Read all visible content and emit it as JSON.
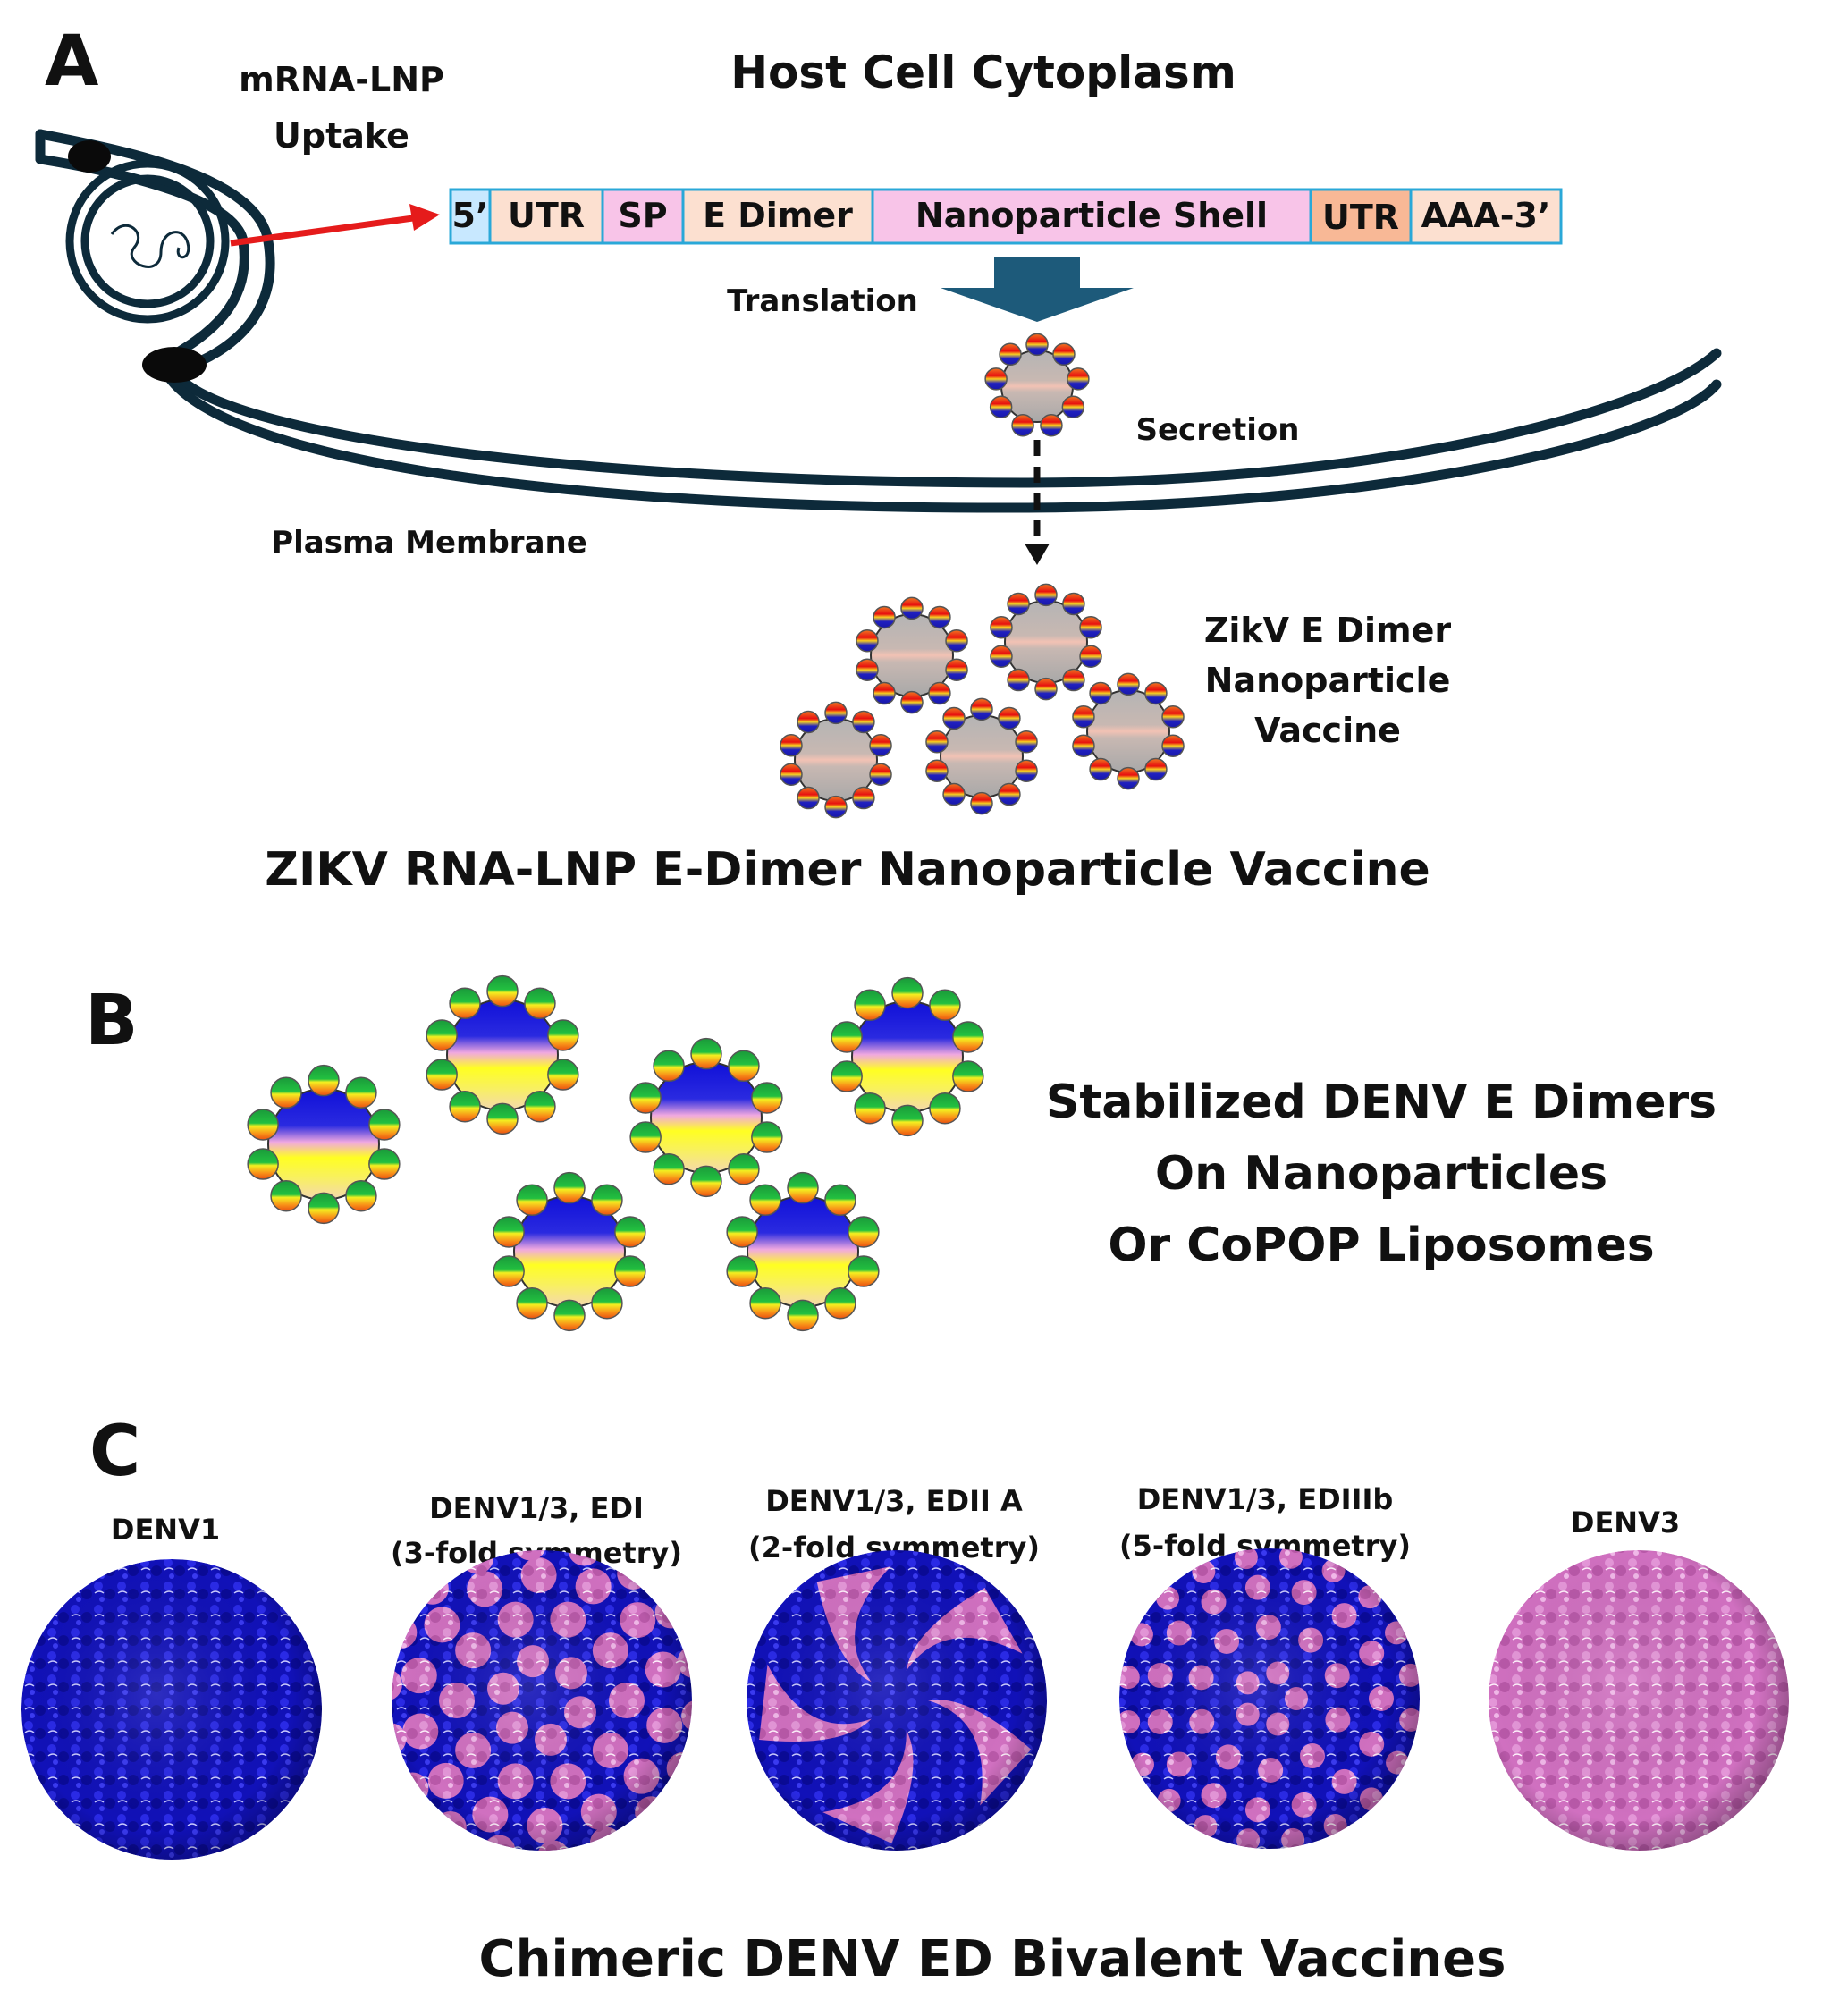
{
  "panel_a": {
    "letter": "A",
    "uptake_label": [
      "mRNA-LNP",
      "Uptake"
    ],
    "cytoplasm_title": "Host Cell Cytoplasm",
    "mrna_segments": [
      "5’",
      "UTR",
      "SP",
      "E Dimer",
      "Nanoparticle Shell",
      "UTR",
      "AAA-3’"
    ],
    "translation_label": "Translation",
    "secretion_label": "Secretion",
    "membrane_label": "Plasma Membrane",
    "vaccine_label": [
      "ZikV E Dimer",
      "Nanoparticle",
      "Vaccine"
    ],
    "title": "ZIKV RNA-LNP E-Dimer Nanoparticle Vaccine"
  },
  "panel_b": {
    "letter": "B",
    "caption": [
      "Stabilized DENV E Dimers",
      "On Nanoparticles",
      "Or CoPOP Liposomes"
    ]
  },
  "panel_c": {
    "letter": "C",
    "viruses": [
      {
        "label": [
          "DENV1"
        ],
        "pattern": "denv1"
      },
      {
        "label": [
          "DENV1/3, EDI",
          "(3-fold symmetry)"
        ],
        "pattern": "edi"
      },
      {
        "label": [
          "DENV1/3, EDII A",
          "(2-fold symmetry)"
        ],
        "pattern": "edii"
      },
      {
        "label": [
          "DENV1/3, EDIIIb",
          "(5-fold symmetry)"
        ],
        "pattern": "ediii"
      },
      {
        "label": [
          "DENV3"
        ],
        "pattern": "denv3"
      }
    ],
    "title": "Chimeric DENV ED Bivalent Vaccines"
  },
  "colors": {
    "membrane": "#0d2a3a",
    "arrow_red": "#e51b1b",
    "translation_arrow": "#1d5a7a",
    "segment_border": "#2aa8d8",
    "denv1_blue": "#1414c8",
    "denv3_pink": "#d77ac8"
  }
}
